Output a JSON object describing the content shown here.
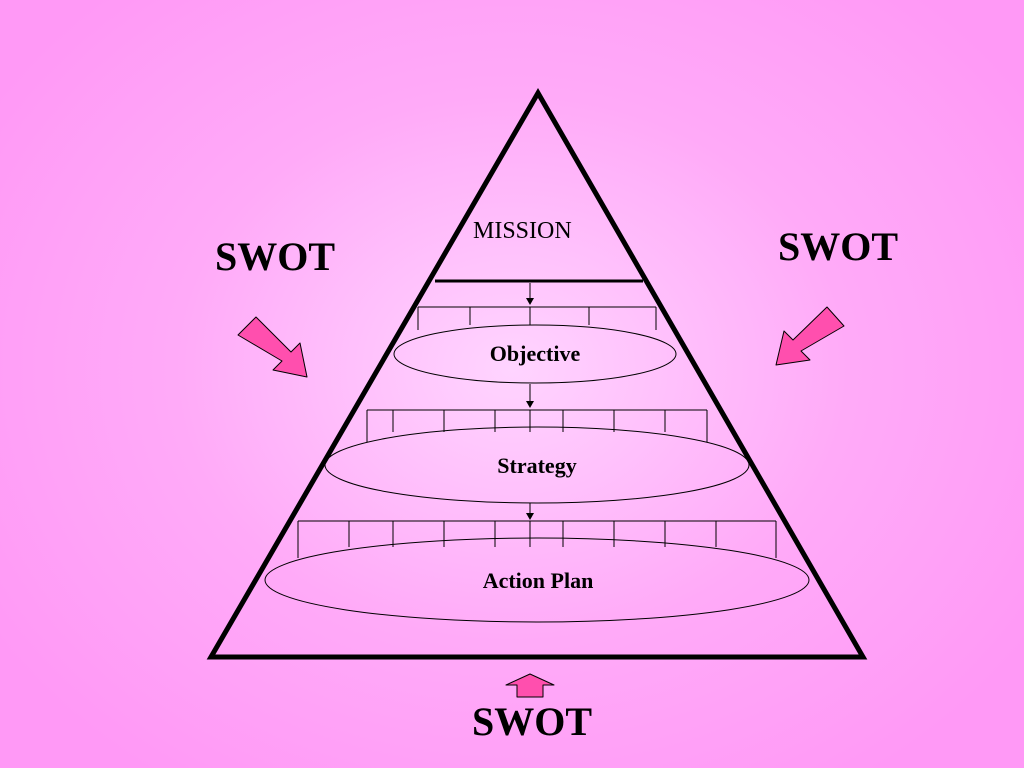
{
  "slide": {
    "background": "#ff99f6"
  },
  "pyramid": {
    "mission_label": "MISSION",
    "levels": [
      {
        "label": "Objective"
      },
      {
        "label": "Strategy"
      },
      {
        "label": "Action Plan"
      }
    ]
  },
  "swot": {
    "left_label": "SWOT",
    "right_label": "SWOT",
    "bottom_label": "SWOT",
    "arrow_color": "#ff4fae"
  }
}
